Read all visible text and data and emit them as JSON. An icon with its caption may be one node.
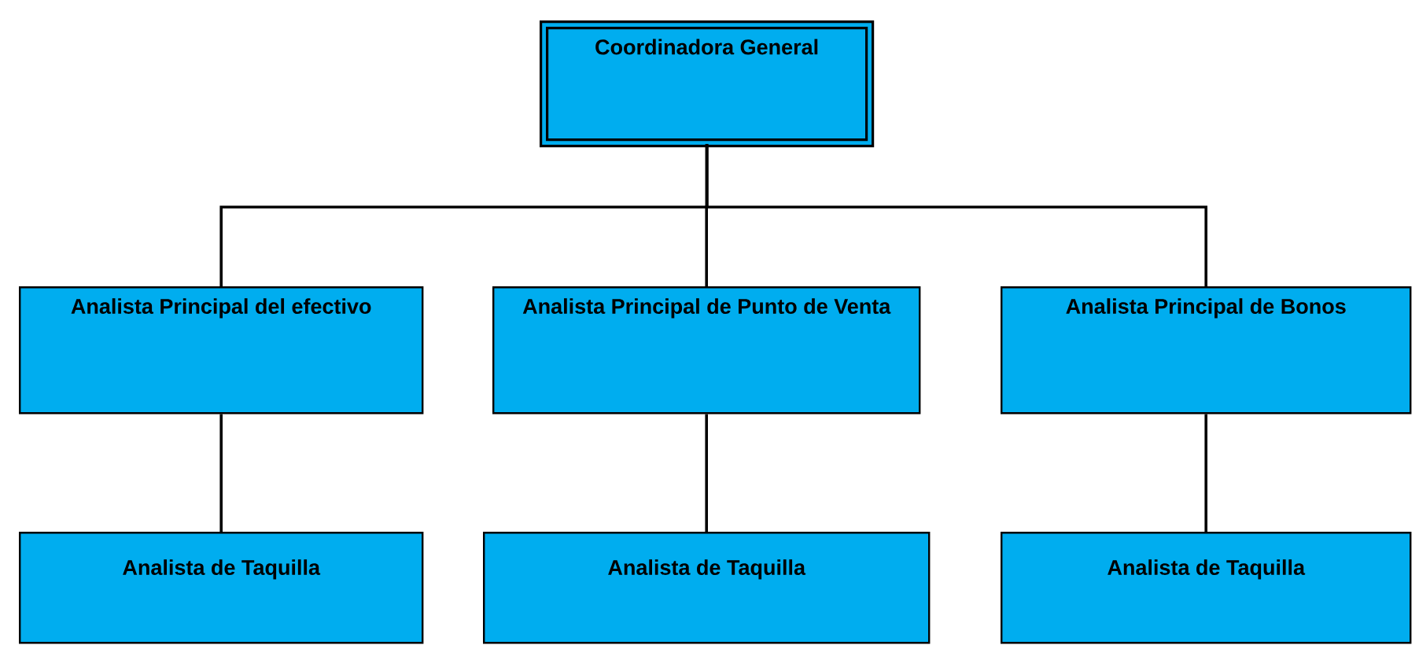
{
  "diagram": {
    "nodes": [
      {
        "text": [
          "Coordinadora General"
        ]
      },
      {
        "text": [
          "Analista Principal del efectivo"
        ]
      },
      {
        "text": [
          "Analista Principal de Punto de Venta"
        ]
      },
      {
        "text": [
          "Analista Principal de Bonos"
        ]
      },
      {
        "text": [
          "Analista de Taquilla"
        ]
      },
      {
        "text": [
          "Analista de Taquilla"
        ]
      },
      {
        "text": [
          "Analista de Taquilla"
        ]
      }
    ],
    "edges": [
      {
        "from": 0,
        "to": 1,
        "arrow": "none"
      },
      {
        "from": 0,
        "to": 2,
        "arrow": "none"
      },
      {
        "from": 0,
        "to": 3,
        "arrow": "none"
      },
      {
        "from": 1,
        "to": 4,
        "arrow": "none"
      },
      {
        "from": 2,
        "to": 5,
        "arrow": "none"
      },
      {
        "from": 3,
        "to": 6,
        "arrow": "none"
      }
    ]
  }
}
